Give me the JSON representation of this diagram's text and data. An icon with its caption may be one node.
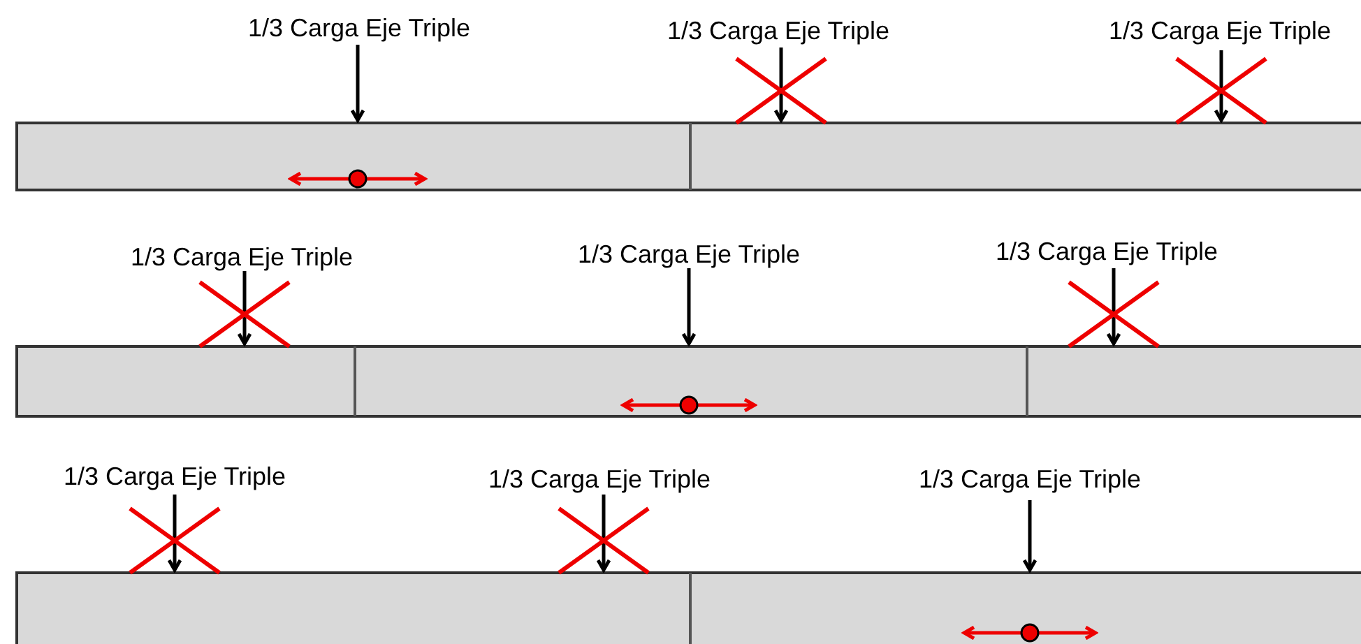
{
  "diagram": {
    "labels": [
      "1/3 Carga Eje Triple",
      "1/3 Carga Eje Triple",
      "1/3 Carga Eje Triple",
      "1/3 Carga Eje Triple",
      "1/3 Carga Eje Triple",
      "1/3 Carga Eje Triple",
      "1/3 Carga Eje Triple",
      "1/3 Carga Eje Triple",
      "1/3 Carga Eje Triple"
    ]
  }
}
